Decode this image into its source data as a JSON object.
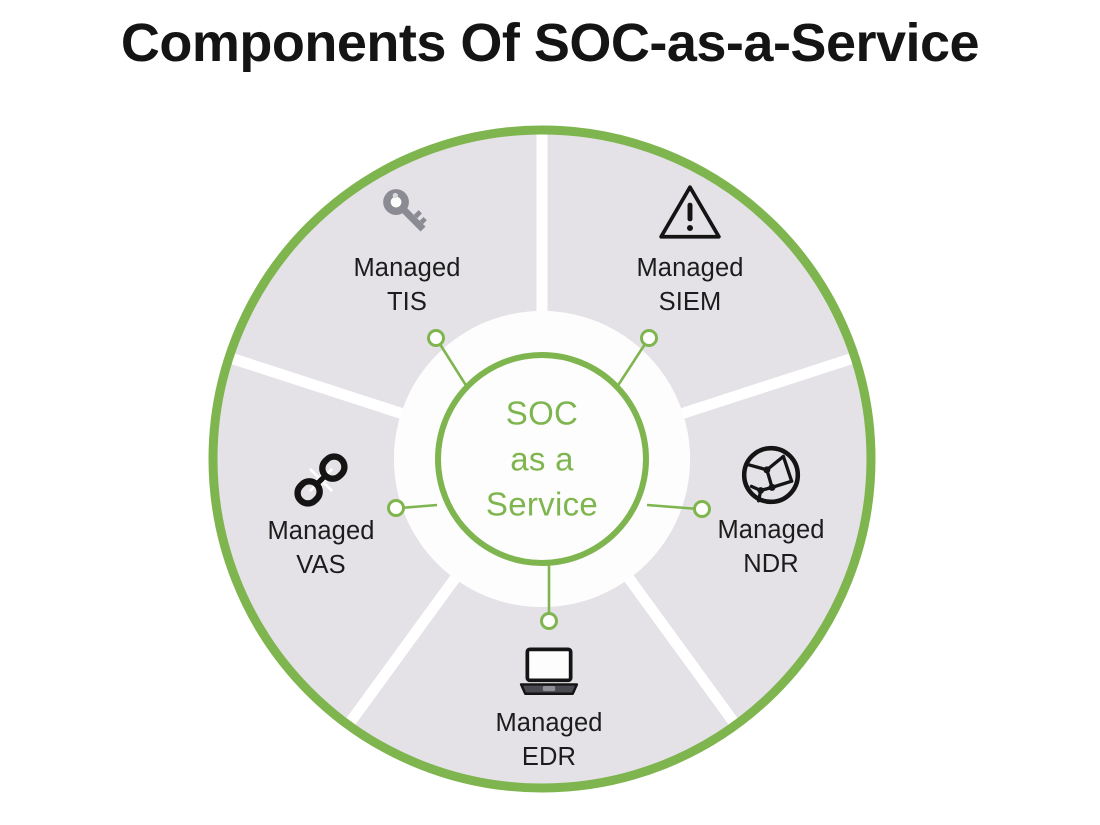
{
  "page": {
    "title": "Components Of SOC-as-a-Service",
    "background_color": "#ffffff"
  },
  "colors": {
    "accent_green": "#7fb54e",
    "ring_stroke": "#7fb54e",
    "segment_fill": "#e4e2e7",
    "divider": "#ffffff",
    "hub_fill": "#fdfdfd",
    "label_text": "#1c1c1c",
    "center_text": "#7fb54e",
    "icon_dark": "#1a1a1a",
    "icon_grey": "#808088"
  },
  "diagram": {
    "type": "radial-wheel",
    "center_label": {
      "lines": [
        "SOC",
        "as a",
        "Service"
      ]
    },
    "segments": [
      {
        "id": "tis",
        "icon": "key-icon",
        "lines": [
          "Managed",
          "TIS"
        ],
        "label": "Managed TIS"
      },
      {
        "id": "siem",
        "icon": "warning-triangle-icon",
        "lines": [
          "Managed",
          "SIEM"
        ],
        "label": "Managed SIEM"
      },
      {
        "id": "ndr",
        "icon": "network-globe-icon",
        "lines": [
          "Managed",
          "NDR"
        ],
        "label": "Managed NDR"
      },
      {
        "id": "edr",
        "icon": "laptop-icon",
        "lines": [
          "Managed",
          "EDR"
        ],
        "label": "Managed EDR"
      },
      {
        "id": "vas",
        "icon": "broken-chain-icon",
        "lines": [
          "Managed",
          "VAS"
        ],
        "label": "Managed VAS"
      }
    ]
  }
}
